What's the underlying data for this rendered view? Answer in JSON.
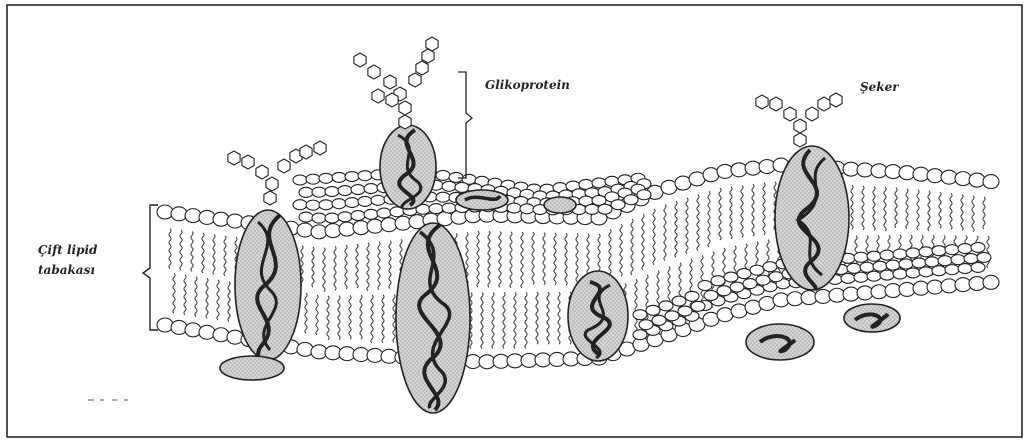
{
  "labels": {
    "glycoprotein": "Glikoprotein",
    "sugar": "Şeker",
    "lipid_bilayer_line1": "Çift lipid",
    "lipid_bilayer_line2": "tabakası"
  },
  "colors": {
    "ink": "#2a2a2a",
    "protein_fill": "#c9c9c9",
    "head_fill": "#ffffff",
    "border": "#1a1a1a",
    "paper": "#ffffff"
  }
}
